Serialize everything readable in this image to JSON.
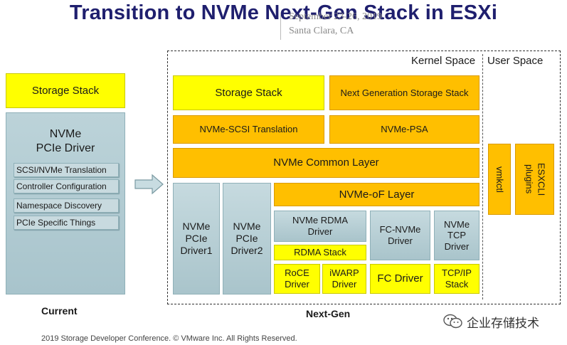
{
  "title": "Transition to NVMe Next-Gen Stack in ESXi",
  "overlay": {
    "line1": "September 23-26, 2019",
    "line2": "Santa Clara, CA"
  },
  "current": {
    "storage_stack": "Storage Stack",
    "driver_title_1": "NVMe",
    "driver_title_2": "PCIe Driver",
    "items": [
      "SCSI/NVMe Translation",
      "Controller Configuration",
      "Namespace Discovery",
      "PCIe Specific Things"
    ],
    "label": "Current"
  },
  "nextgen": {
    "kernel_space": "Kernel Space",
    "user_space": "User Space",
    "storage_stack": "Storage Stack",
    "next_gen_storage_stack": "Next Generation Storage Stack",
    "nvme_scsi": "NVMe-SCSI Translation",
    "nvme_psa": "NVMe-PSA",
    "common_layer": "NVMe Common Layer",
    "nvmeof_layer": "NVMe-oF Layer",
    "pcie_driver1": [
      "NVMe",
      "PCIe",
      "Driver1"
    ],
    "pcie_driver2": [
      "NVMe",
      "PCIe",
      "Driver2"
    ],
    "rdma_driver": [
      "NVMe RDMA",
      "Driver"
    ],
    "rdma_stack": "RDMA Stack",
    "roce": [
      "RoCE",
      "Driver"
    ],
    "iwarp": [
      "iWARP",
      "Driver"
    ],
    "fc_nvme": [
      "FC-NVMe",
      "Driver"
    ],
    "fc_driver": "FC Driver",
    "tcp_driver": [
      "NVMe",
      "TCP",
      "Driver"
    ],
    "tcpip_stack": [
      "TCP/IP",
      "Stack"
    ],
    "vmkctl": "vmkctl",
    "esxcli": [
      "ESXCLI",
      "plugins"
    ],
    "label": "Next-Gen"
  },
  "footer": "2019 Storage Developer Conference. © VMware Inc.  All Rights Reserved.",
  "watermark": "企业存储技术",
  "colors": {
    "yellow": "#ffff00",
    "orange": "#ffbf00",
    "grey": "#b4ccd2",
    "title": "#1f1f6e"
  }
}
